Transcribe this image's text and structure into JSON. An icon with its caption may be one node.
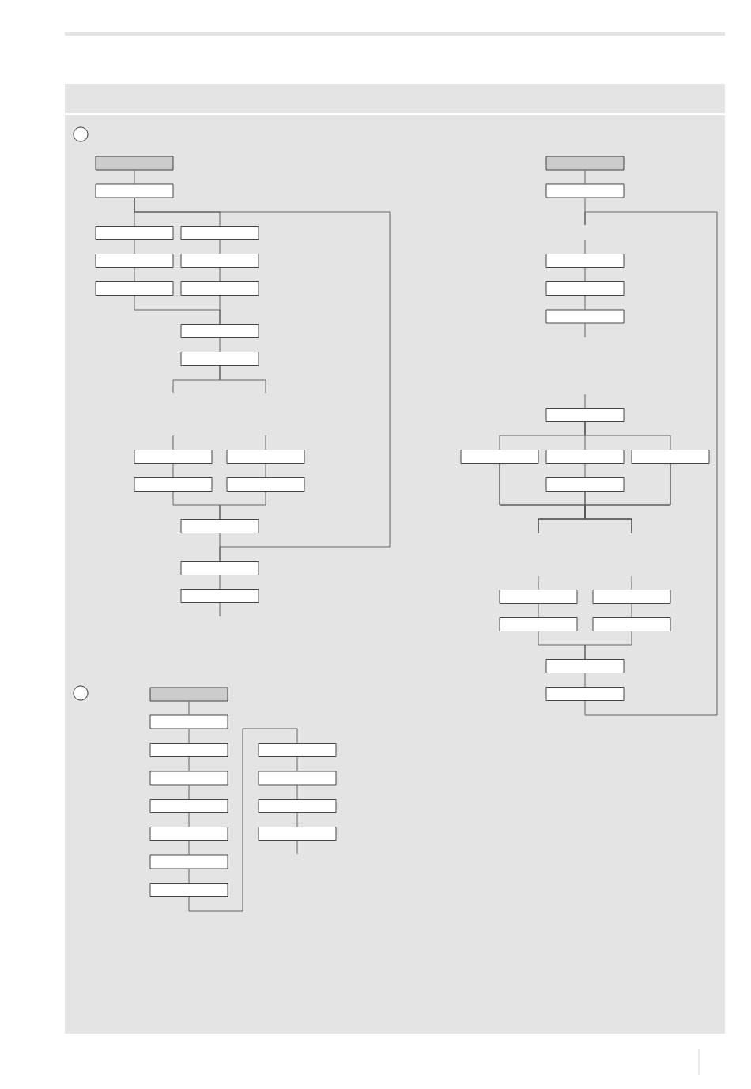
{
  "diagram": {
    "nodes": [
      {
        "text": [],
        "shape": "circle"
      },
      {
        "text": [],
        "shape": "box"
      },
      {
        "text": [],
        "shape": "box"
      },
      {
        "text": [],
        "shape": "box"
      },
      {
        "text": [],
        "shape": "box"
      },
      {
        "text": [],
        "shape": "box"
      },
      {
        "text": [],
        "shape": "box"
      },
      {
        "text": [],
        "shape": "box"
      },
      {
        "text": [],
        "shape": "box"
      },
      {
        "text": [],
        "shape": "box"
      },
      {
        "text": [],
        "shape": "box"
      },
      {
        "text": [],
        "shape": "box"
      },
      {
        "text": [],
        "shape": "box"
      },
      {
        "text": [],
        "shape": "box"
      },
      {
        "text": [],
        "shape": "box"
      },
      {
        "text": [],
        "shape": "box"
      },
      {
        "text": [],
        "shape": "box"
      },
      {
        "text": [],
        "shape": "box"
      },
      {
        "text": [],
        "shape": "box"
      },
      {
        "text": [],
        "shape": "box"
      },
      {
        "text": [],
        "shape": "box"
      },
      {
        "text": [],
        "shape": "box"
      },
      {
        "text": [],
        "shape": "box"
      },
      {
        "text": [],
        "shape": "box"
      },
      {
        "text": [],
        "shape": "box"
      },
      {
        "text": [],
        "shape": "box"
      },
      {
        "text": [],
        "shape": "box"
      },
      {
        "text": [],
        "shape": "box"
      },
      {
        "text": [],
        "shape": "box"
      },
      {
        "text": [],
        "shape": "box"
      },
      {
        "text": [],
        "shape": "box"
      },
      {
        "text": [],
        "shape": "box"
      },
      {
        "text": [],
        "shape": "box"
      },
      {
        "text": [],
        "shape": "box"
      },
      {
        "text": [],
        "shape": "circle"
      },
      {
        "text": [],
        "shape": "box"
      },
      {
        "text": [],
        "shape": "box"
      },
      {
        "text": [],
        "shape": "box"
      },
      {
        "text": [],
        "shape": "box"
      },
      {
        "text": [],
        "shape": "box"
      },
      {
        "text": [],
        "shape": "box"
      },
      {
        "text": [],
        "shape": "box"
      },
      {
        "text": [],
        "shape": "box"
      },
      {
        "text": [],
        "shape": "box"
      },
      {
        "text": [],
        "shape": "box"
      },
      {
        "text": [],
        "shape": "box"
      },
      {
        "text": [],
        "shape": "box"
      }
    ],
    "edges": [
      {
        "from": 1,
        "to": 2,
        "arrow": "none"
      },
      {
        "from": 2,
        "to": 3,
        "arrow": "none"
      },
      {
        "from": 2,
        "to": 4,
        "arrow": "none"
      },
      {
        "from": 2,
        "to": 16,
        "arrow": "none"
      },
      {
        "from": 3,
        "to": 5,
        "arrow": "none"
      },
      {
        "from": 5,
        "to": 7,
        "arrow": "none"
      },
      {
        "from": 4,
        "to": 6,
        "arrow": "none"
      },
      {
        "from": 6,
        "to": 8,
        "arrow": "none"
      },
      {
        "from": 7,
        "to": 9,
        "arrow": "none"
      },
      {
        "from": 8,
        "to": 9,
        "arrow": "none"
      },
      {
        "from": 9,
        "to": 10,
        "arrow": "none"
      },
      {
        "from": 10,
        "to": null,
        "arrow": "none"
      },
      {
        "from": 10,
        "to": null,
        "arrow": "none"
      },
      {
        "from": null,
        "to": 11,
        "arrow": "none"
      },
      {
        "from": null,
        "to": 12,
        "arrow": "none"
      },
      {
        "from": 11,
        "to": 13,
        "arrow": "none"
      },
      {
        "from": 12,
        "to": 14,
        "arrow": "none"
      },
      {
        "from": 13,
        "to": 15,
        "arrow": "none"
      },
      {
        "from": 14,
        "to": 15,
        "arrow": "none"
      },
      {
        "from": 15,
        "to": 16,
        "arrow": "none"
      },
      {
        "from": 16,
        "to": 17,
        "arrow": "none"
      },
      {
        "from": 17,
        "to": null,
        "arrow": "none"
      },
      {
        "from": 18,
        "to": 19,
        "arrow": "none"
      },
      {
        "from": 19,
        "to": null,
        "arrow": "none"
      },
      {
        "from": 33,
        "to": null,
        "arrow": "none"
      },
      {
        "from": null,
        "to": 20,
        "arrow": "none"
      },
      {
        "from": 20,
        "to": 21,
        "arrow": "none"
      },
      {
        "from": 21,
        "to": 22,
        "arrow": "none"
      },
      {
        "from": 22,
        "to": null,
        "arrow": "none"
      },
      {
        "from": null,
        "to": 23,
        "arrow": "none"
      },
      {
        "from": 23,
        "to": 24,
        "arrow": "none"
      },
      {
        "from": 23,
        "to": 25,
        "arrow": "none"
      },
      {
        "from": 23,
        "to": 26,
        "arrow": "none"
      },
      {
        "from": 25,
        "to": 27,
        "arrow": "none"
      },
      {
        "from": 24,
        "to": null,
        "arrow": "none"
      },
      {
        "from": 24,
        "to": null,
        "arrow": "none"
      },
      {
        "from": 27,
        "to": null,
        "arrow": "none"
      },
      {
        "from": 27,
        "to": null,
        "arrow": "none"
      },
      {
        "from": 26,
        "to": null,
        "arrow": "none"
      },
      {
        "from": 26,
        "to": null,
        "arrow": "none"
      },
      {
        "from": null,
        "to": 28,
        "arrow": "none"
      },
      {
        "from": null,
        "to": 29,
        "arrow": "none"
      },
      {
        "from": 28,
        "to": 30,
        "arrow": "none"
      },
      {
        "from": 29,
        "to": 31,
        "arrow": "none"
      },
      {
        "from": 30,
        "to": 32,
        "arrow": "none"
      },
      {
        "from": 31,
        "to": 32,
        "arrow": "none"
      },
      {
        "from": 32,
        "to": 33,
        "arrow": "none"
      },
      {
        "from": 35,
        "to": 36,
        "arrow": "none"
      },
      {
        "from": 36,
        "to": 37,
        "arrow": "none"
      },
      {
        "from": 37,
        "to": 38,
        "arrow": "none"
      },
      {
        "from": 38,
        "to": 39,
        "arrow": "none"
      },
      {
        "from": 39,
        "to": 40,
        "arrow": "none"
      },
      {
        "from": 40,
        "to": 41,
        "arrow": "none"
      },
      {
        "from": 41,
        "to": 42,
        "arrow": "none"
      },
      {
        "from": 42,
        "to": 43,
        "arrow": "none"
      },
      {
        "from": 43,
        "to": 44,
        "arrow": "none"
      },
      {
        "from": 44,
        "to": 45,
        "arrow": "none"
      },
      {
        "from": 45,
        "to": 46,
        "arrow": "none"
      },
      {
        "from": 46,
        "to": null,
        "arrow": "none"
      }
    ]
  }
}
